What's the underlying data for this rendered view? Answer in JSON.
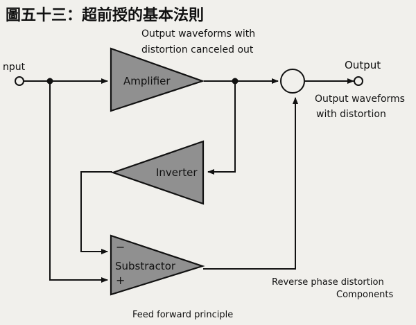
{
  "title": "圖五十三：超前授的基本法則",
  "labels": {
    "input": "nput",
    "output": "Output",
    "top_caption_line1": "Output waveforms with",
    "top_caption_line2": "distortion canceled out",
    "right_caption_line1": "Output waveforms",
    "right_caption_line2": "with distortion",
    "reverse_line1": "Reverse phase distortion",
    "reverse_line2": "Components",
    "footer": "Feed forward principle"
  },
  "blocks": {
    "amplifier": "Amplifier",
    "inverter": "Inverter",
    "subtractor": "Substractor",
    "minus": "−",
    "plus": "+"
  }
}
